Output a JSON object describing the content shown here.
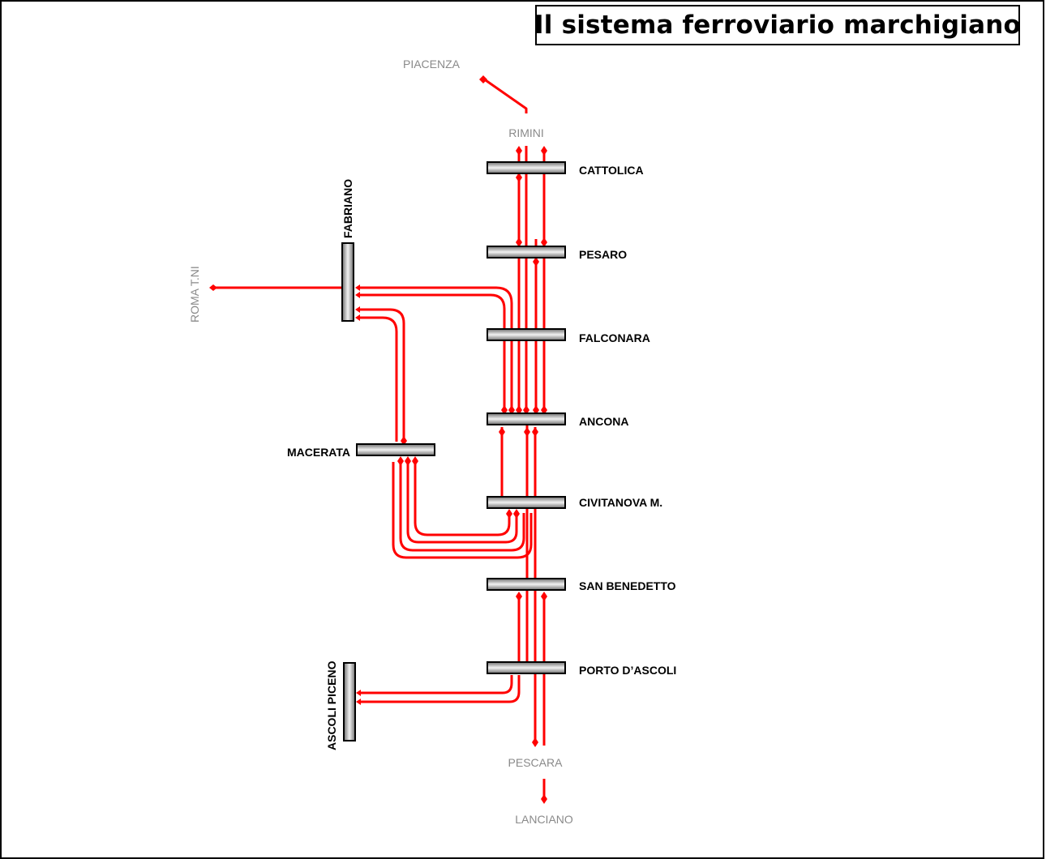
{
  "title": "Il sistema ferroviario marchigiano",
  "colors": {
    "track": "#ff0000",
    "station_bar_dark": "#6e6e6e",
    "station_bar_light": "#f2f2f2",
    "external_label": "#8a8a8a"
  },
  "stations": {
    "cattolica": "CATTOLICA",
    "pesaro": "PESARO",
    "falconara": "FALCONARA",
    "ancona": "ANCONA",
    "civitanova": "CIVITANOVA M.",
    "san_benedetto": "SAN BENEDETTO",
    "porto_dascoli": "PORTO D’ASCOLI",
    "macerata": "MACERATA",
    "fabriano": "FABRIANO",
    "ascoli_piceno": "ASCOLI PICENO"
  },
  "external": {
    "piacenza": "PIACENZA",
    "rimini": "RIMINI",
    "roma": "ROMA T.NI",
    "pescara": "PESCARA",
    "lanciano": "LANCIANO"
  }
}
